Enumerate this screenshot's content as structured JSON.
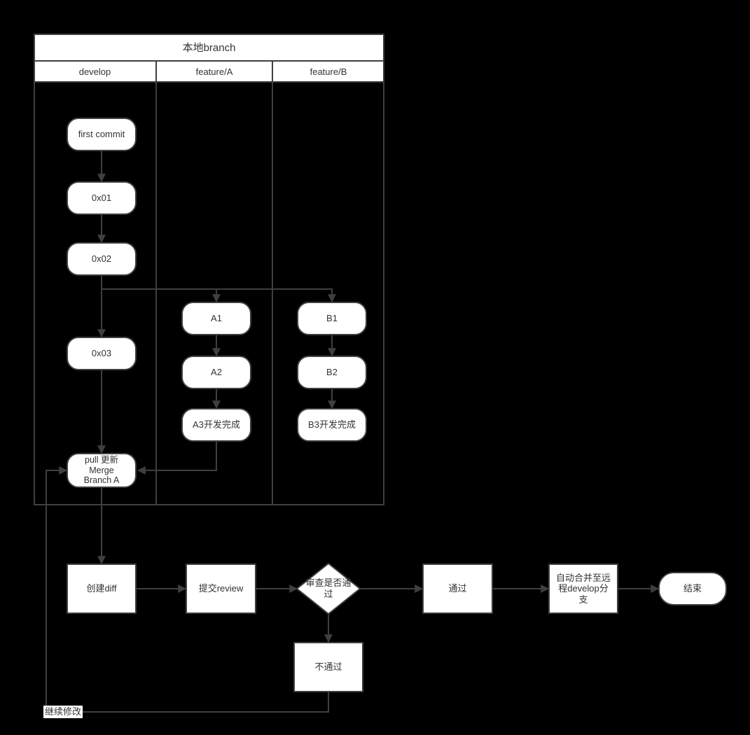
{
  "colors": {
    "background": "#000000",
    "node_fill": "#ffffff",
    "line": "#3f3f3f",
    "text": "#333333"
  },
  "table": {
    "title": "本地branch",
    "columns": [
      {
        "label": "develop"
      },
      {
        "label": "feature/A"
      },
      {
        "label": "feature/B"
      }
    ]
  },
  "nodes": {
    "first_commit": {
      "label": "first commit"
    },
    "x01": {
      "label": "0x01"
    },
    "x02": {
      "label": "0x02"
    },
    "x03": {
      "label": "0x03"
    },
    "pull_merge": {
      "label": "pull 更新\nMerge\nBranch A"
    },
    "a1": {
      "label": "A1"
    },
    "a2": {
      "label": "A2"
    },
    "a3": {
      "label": "A3开发完成"
    },
    "b1": {
      "label": "B1"
    },
    "b2": {
      "label": "B2"
    },
    "b3": {
      "label": "B3开发完成"
    },
    "create_diff": {
      "label": "创建diff"
    },
    "submit_review": {
      "label": "提交review"
    },
    "review_gate": {
      "label": "审查是否通\n过"
    },
    "pass": {
      "label": "通过"
    },
    "auto_merge": {
      "label": "自动合并至远\n程develop分\n支"
    },
    "end": {
      "label": "结束"
    },
    "fail": {
      "label": "不通过"
    }
  },
  "edge_labels": {
    "continue_fix": "继续修改"
  }
}
